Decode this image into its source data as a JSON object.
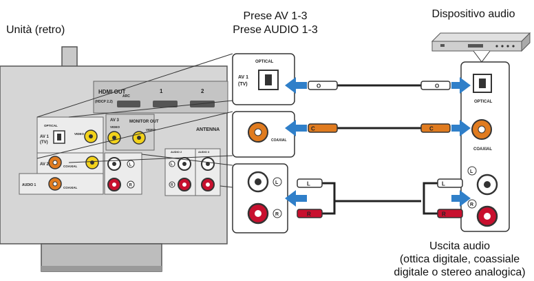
{
  "labels": {
    "unit": "Unità (retro)",
    "ports_line1": "Prese AV 1-3",
    "ports_line2": "Prese AUDIO 1-3",
    "device": "Dispositivo audio",
    "output_line1": "Uscita audio",
    "output_line2": "(ottica digitale, coassiale",
    "output_line3": "digitale o stereo analogica)"
  },
  "unit_panel": {
    "hdmi_out": "HDMI OUT",
    "hdcp": "(HDCP 2.2)",
    "arc": "ARC",
    "hdmi_1": "1",
    "hdmi_2": "2",
    "av3": "AV 3",
    "monitor_out": "MONITOR OUT",
    "video": "VIDEO",
    "antenna": "ANTENNA",
    "optical": "OPTICAL",
    "av1": "AV 1",
    "tv": "(TV)",
    "av2": "AV 2",
    "coaxial": "COAXIAL",
    "audio1": "AUDIO 1",
    "audio2": "AUDIO 2",
    "audio3": "AUDIO 3",
    "left": "L",
    "right": "R"
  },
  "zoom": {
    "av1": "AV 1",
    "tv": "(TV)",
    "optical": "OPTICAL",
    "coaxial": "COAXIAL",
    "left": "L",
    "right": "R"
  },
  "device_panel": {
    "optical": "OPTICAL",
    "coaxial": "COAXIAL",
    "left": "L",
    "right": "R"
  },
  "plugs": {
    "optical": "O",
    "coaxial": "C",
    "left": "L",
    "right": "R"
  },
  "colors": {
    "arrow": "#2f7fc9",
    "coax": "#e07b1f",
    "red": "#c8102e",
    "yellow": "#f2d21b",
    "panel": "#d6d6d6"
  }
}
